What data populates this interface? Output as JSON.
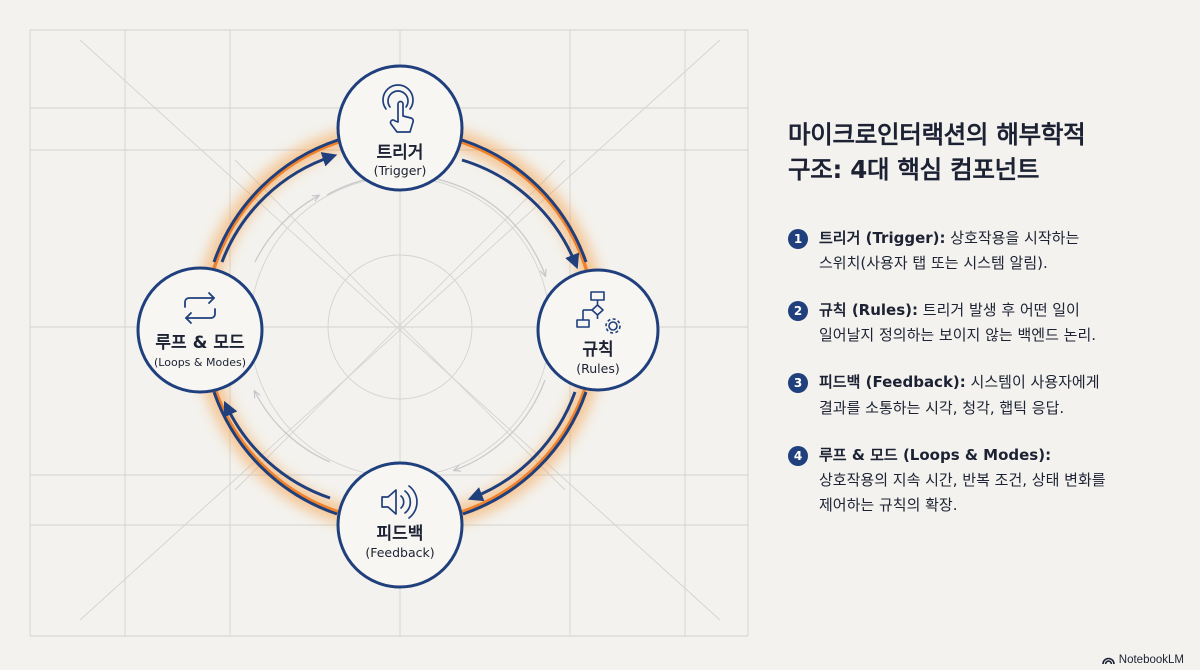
{
  "diagram": {
    "nodes": {
      "trigger": {
        "label": "트리거",
        "sub": "(Trigger)",
        "icon": "tap-gesture-icon"
      },
      "rules": {
        "label": "규칙",
        "sub": "(Rules)",
        "icon": "flowchart-gear-icon"
      },
      "feedback": {
        "label": "피드백",
        "sub": "(Feedback)",
        "icon": "speaker-icon"
      },
      "loops": {
        "label": "루프 & 모드",
        "sub": "(Loops & Modes)",
        "icon": "repeat-arrows-icon"
      }
    },
    "colors": {
      "accent": "#1f3f7d",
      "glow": "#f08a2e",
      "background": "#f3f2ee"
    }
  },
  "panel": {
    "title_line1": "마이크로인터랙션의 해부학적",
    "title_line2": "구조: 4대 핵심 컴포넌트",
    "items": [
      {
        "num": "1",
        "head": "트리거 (Trigger):",
        "line1": " 상호작용을 시작하는",
        "line2": "스위치(사용자 탭 또는 시스템 알림)."
      },
      {
        "num": "2",
        "head": "규칙 (Rules):",
        "line1": " 트리거 발생 후 어떤 일이",
        "line2": "일어날지 정의하는 보이지 않는 백엔드 논리."
      },
      {
        "num": "3",
        "head": "피드백 (Feedback):",
        "line1": " 시스템이 사용자에게",
        "line2": "결과를 소통하는 시각, 청각, 햅틱 응답."
      },
      {
        "num": "4",
        "head": "루프 & 모드 (Loops & Modes):",
        "line1": "",
        "line2": "상호작용의 지속 시간, 반복 조건, 상태 변화를",
        "line3": "제어하는 규칙의 확장."
      }
    ]
  },
  "watermark": {
    "text": "NotebookLM"
  }
}
